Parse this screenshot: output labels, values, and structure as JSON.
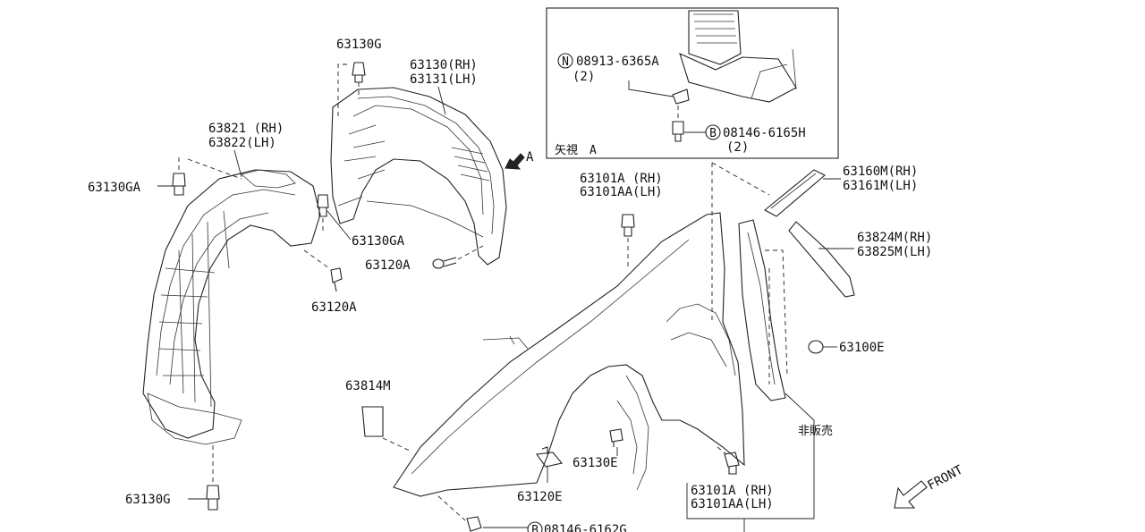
{
  "labels": {
    "p63130G_top": "63130G",
    "p63130_rh": "63130(RH)",
    "p63131_lh": "63131(LH)",
    "p63821_rh": "63821 (RH)",
    "p63822_lh": "63822(LH)",
    "p63130GA_left": "63130GA",
    "p63130GA_mid": "63130GA",
    "p63120A_right": "63120A",
    "p63120A_left": "63120A",
    "p63130G_bottom": "63130G",
    "view_arrow": "A",
    "inset_nut": "08913-6365A",
    "inset_nut_qty": "(2)",
    "inset_bolt": "08146-6165H",
    "inset_bolt_qty": "(2)",
    "inset_view": "矢視　A",
    "p63101A_rh_top": "63101A (RH)",
    "p63101AA_lh_top": "63101AA(LH)",
    "p63160M_rh": "63160M(RH)",
    "p63161M_lh": "63161M(LH)",
    "p63824M_rh": "63824M(RH)",
    "p63825M_lh": "63825M(LH)",
    "p63100E": "63100E",
    "p63814M": "63814M",
    "not_for_sale": "非販売",
    "p63130E": "63130E",
    "p63120E": "63120E",
    "p63101A_rh_bottom": "63101A (RH)",
    "p63101AA_lh_bottom": "63101AA(LH)",
    "bottom_bolt": "08146-6162G",
    "front": "FRONT",
    "circle_n": "N",
    "circle_b1": "B",
    "circle_b2": "B"
  }
}
